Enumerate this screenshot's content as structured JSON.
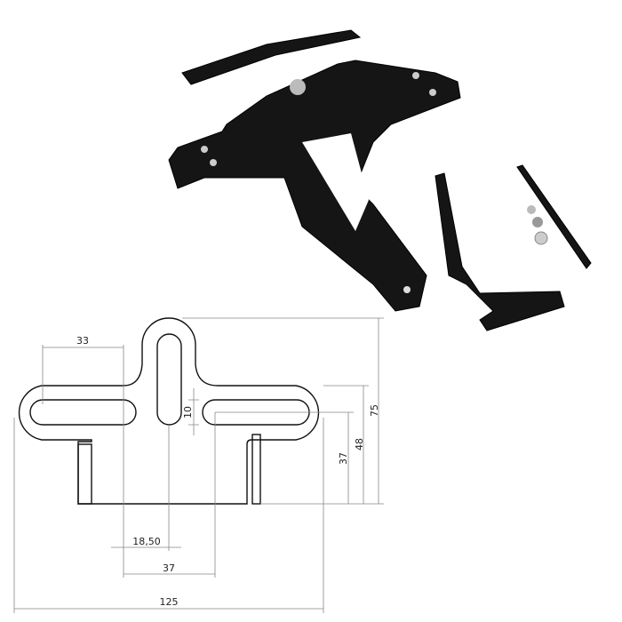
{
  "product_photo": {
    "description_icon": "license-plate-bracket-photo",
    "color": "#151515"
  },
  "drawing": {
    "dimensions": {
      "slot_length": "33",
      "slot_width": "10",
      "total_height": "75",
      "arm_height": "48",
      "slot_height": "37",
      "center_offset": "18,50",
      "slot_spacing": "37",
      "total_width": "125"
    }
  }
}
